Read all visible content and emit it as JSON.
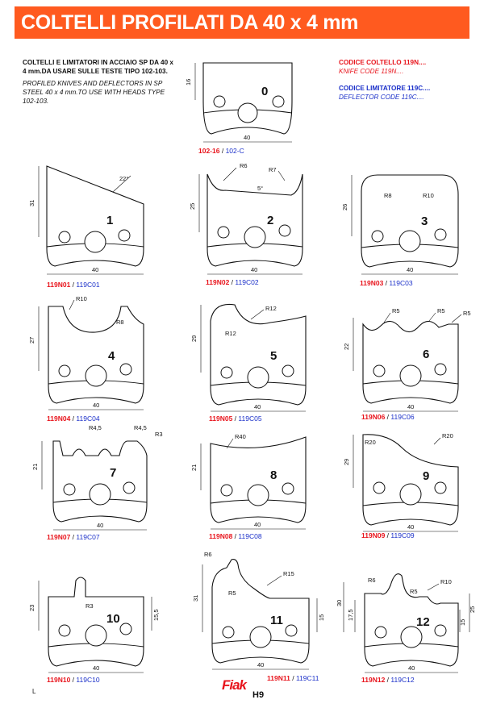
{
  "title": "COLTELLI PROFILATI DA 40 x 4 mm",
  "intro": {
    "it": "COLTELLI E LIMITATORI IN ACCIAIO SP DA 40 x 4 mm.DA USARE SULLE TESTE TIPO 102-103.",
    "en": "PROFILED KNIVES AND DEFLECTORS IN SP STEEL 40 x 4 mm.TO USE WITH HEADS TYPE 102-103."
  },
  "codes": {
    "knife_it": "CODICE COLTELLO 119N....",
    "knife_en": "KNIFE CODE        119N....",
    "deflector_it": "CODICE LIMITATORE 119C....",
    "deflector_en": "DEFLECTOR CODE     119C...."
  },
  "profiles": [
    {
      "num": "0",
      "knife": "102-16",
      "deflector": "102-C",
      "dims": {
        "width": "40",
        "height": "16"
      }
    },
    {
      "num": "1",
      "knife": "119N01",
      "deflector": "119C01",
      "dims": {
        "width": "40",
        "height": "31",
        "angle": "22°"
      }
    },
    {
      "num": "2",
      "knife": "119N02",
      "deflector": "119C02",
      "dims": {
        "width": "40",
        "height": "25",
        "r1": "R6",
        "r2": "R7",
        "angle": "5°"
      }
    },
    {
      "num": "3",
      "knife": "119N03",
      "deflector": "119C03",
      "dims": {
        "width": "40",
        "height": "26",
        "r1": "R8",
        "r2": "R10"
      }
    },
    {
      "num": "4",
      "knife": "119N04",
      "deflector": "119C04",
      "dims": {
        "width": "40",
        "height": "27",
        "r1": "R10",
        "r2": "R8"
      }
    },
    {
      "num": "5",
      "knife": "119N05",
      "deflector": "119C05",
      "dims": {
        "width": "40",
        "height": "29",
        "r1": "R12",
        "r2": "R12"
      }
    },
    {
      "num": "6",
      "knife": "119N06",
      "deflector": "119C06",
      "dims": {
        "width": "40",
        "height": "22",
        "r1": "R5",
        "r2": "R5",
        "r3": "R5"
      }
    },
    {
      "num": "7",
      "knife": "119N07",
      "deflector": "119C07",
      "dims": {
        "width": "40",
        "height": "21",
        "r1": "R4,5",
        "r2": "R4,5",
        "r3": "R3"
      }
    },
    {
      "num": "8",
      "knife": "119N08",
      "deflector": "119C08",
      "dims": {
        "width": "40",
        "height": "21",
        "r1": "R40"
      }
    },
    {
      "num": "9",
      "knife": "119N09",
      "deflector": "119C09",
      "dims": {
        "width": "40",
        "height": "29",
        "r1": "R20",
        "r2": "R20"
      }
    },
    {
      "num": "10",
      "knife": "119N10",
      "deflector": "119C10",
      "dims": {
        "width": "40",
        "height": "23",
        "height2": "15,5",
        "r1": "R3"
      }
    },
    {
      "num": "11",
      "knife": "119N11",
      "deflector": "119C11",
      "dims": {
        "width": "40",
        "height": "31",
        "height2": "15",
        "r1": "R6",
        "r2": "R5",
        "r3": "R15"
      }
    },
    {
      "num": "12",
      "knife": "119N12",
      "deflector": "119C12",
      "dims": {
        "width": "40",
        "height": "30",
        "height2": "17,5",
        "height3": "15",
        "height4": "25",
        "r1": "R6",
        "r2": "R5",
        "r3": "R10"
      }
    }
  ],
  "footer": {
    "logo": "Fiak",
    "page": "H9",
    "mark": "L"
  }
}
